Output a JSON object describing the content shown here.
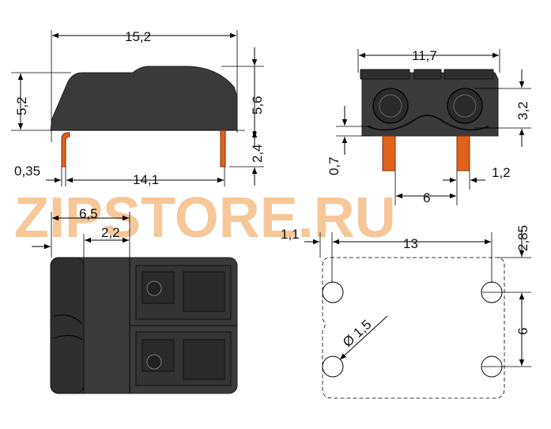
{
  "watermark": {
    "text": "ZIPSTORE.RU",
    "color": "#f6c18e"
  },
  "colors": {
    "housing": "#3a3a3a",
    "pins": "#e0621b",
    "lines": "#000000"
  },
  "side_view": {
    "width": "15,2",
    "height_body": "5,2",
    "height_total": "5,6",
    "pin_length": "2,4",
    "offset": "0,35",
    "pin_span": "14,1"
  },
  "front_view": {
    "width": "11,7",
    "height": "3,2",
    "pin_offset": "0,7",
    "pin_pitch": "6",
    "pin_width": "1,2"
  },
  "top_view": {
    "length": "6,5",
    "offset": "2,2"
  },
  "footprint": {
    "edge_offset": "1,1",
    "hole_span_x": "13",
    "edge_offset_y": "2,85",
    "hole_diameter": "Ø 1,5",
    "hole_span_y": "6"
  }
}
